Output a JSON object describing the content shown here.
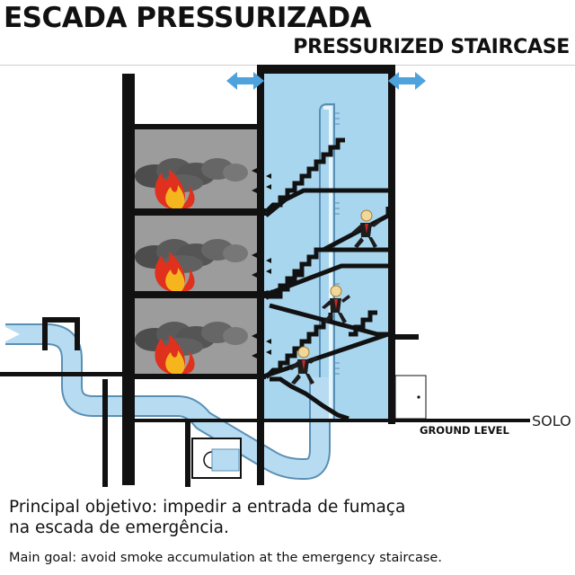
{
  "header": {
    "title_pt": "ESCADA PRESSURIZADA",
    "title_en": "PRESSURIZED STAIRCASE"
  },
  "labels": {
    "ground_level": "GROUND LEVEL",
    "solo": "SOLO"
  },
  "caption": {
    "pt_line1": "Principal objetivo: impedir a entrada de fumaça",
    "pt_line2": "na escada de emergência.",
    "en": "Main goal: avoid smoke accumulation at the emergency staircase."
  },
  "colors": {
    "air_blue": "#a9d6ef",
    "pipe_blue": "#b7dcf2",
    "arrow_blue": "#4fa3dc",
    "room_gray": "#9c9c9c",
    "wall_black": "#111111",
    "fire_red": "#e0301e",
    "fire_yellow": "#f6b51d"
  },
  "icons": {
    "fire": "fire-icon",
    "smoke": "smoke-cloud-icon",
    "person": "running-person-icon",
    "fan": "fan-icon",
    "vent_arrow": "double-arrow-icon"
  }
}
